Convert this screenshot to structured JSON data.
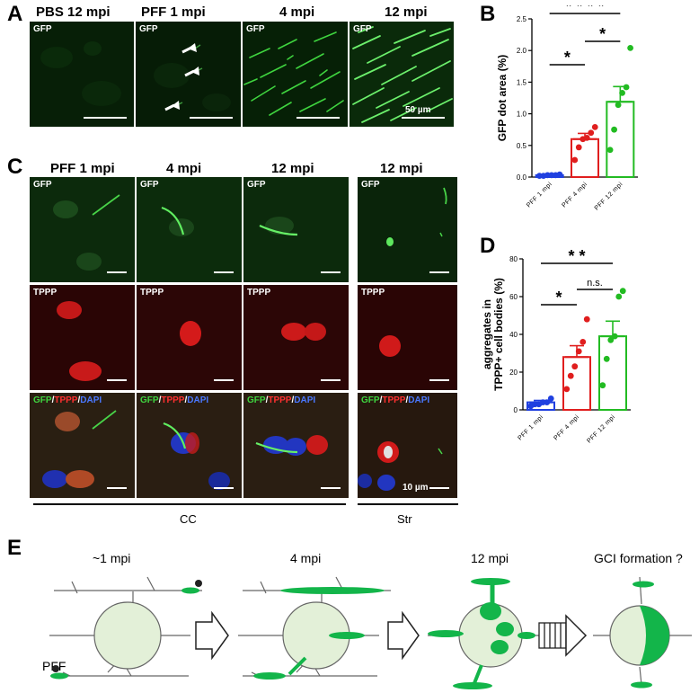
{
  "panels": {
    "A": "A",
    "B": "B",
    "C": "C",
    "D": "D",
    "E": "E"
  },
  "panelA": {
    "columns": [
      "PBS 12 mpi",
      "PFF 1 mpi",
      "4 mpi",
      "12 mpi"
    ],
    "channel": "GFP",
    "scalebar": "50 µm"
  },
  "panelC": {
    "columns": [
      "PFF 1 mpi",
      "4 mpi",
      "12 mpi",
      "12 mpi"
    ],
    "rows": {
      "gfp": "GFP",
      "tppp": "TPPP"
    },
    "merge": {
      "gfp": "GFP",
      "s1": "/",
      "tppp": "TPPP",
      "s2": "/",
      "dapi": "DAPI"
    },
    "scalebar": "10 µm",
    "regions": {
      "cc": "CC",
      "str": "Str"
    }
  },
  "panelE": {
    "stages": [
      "~1 mpi",
      "4 mpi",
      "12 mpi",
      "GCI formation ?"
    ],
    "pff_label": "PFF"
  },
  "colors": {
    "blue": "#2040e0",
    "red": "#e01e1e",
    "green": "#22bb22",
    "lightgreen": "#e3f0d8",
    "diagramgreen": "#13b54a"
  },
  "chart_data": [
    {
      "type": "bar",
      "panel": "B",
      "ylabel": "GFP dot area (%)",
      "categories": [
        "PFF 1 mpi",
        "PFF 4 mpi",
        "PFF 12 mpi"
      ],
      "values": [
        0.03,
        0.6,
        1.19
      ],
      "sem": [
        0.005,
        0.09,
        0.24
      ],
      "points": [
        [
          0.02,
          0.02,
          0.03,
          0.03,
          0.03,
          0.04
        ],
        [
          0.27,
          0.47,
          0.6,
          0.62,
          0.7,
          0.79
        ],
        [
          0.43,
          0.75,
          1.14,
          1.33,
          1.42,
          2.04
        ]
      ],
      "ylim": [
        0,
        2.5
      ],
      "yticks": [
        "0.0",
        "0.5",
        "1.0",
        "1.5",
        "2.0",
        "2.5"
      ],
      "bar_colors": [
        "#2040e0",
        "#e01e1e",
        "#22bb22"
      ],
      "significance": [
        {
          "from": 0,
          "to": 2,
          "label": "* * * *"
        },
        {
          "from": 1,
          "to": 2,
          "label": "*"
        },
        {
          "from": 0,
          "to": 1,
          "label": "*"
        }
      ]
    },
    {
      "type": "bar",
      "panel": "D",
      "ylabel": [
        "aggregates in",
        "TPPP+ cell bodies (%)"
      ],
      "categories": [
        "PFF 1 mpi",
        "PFF 4 mpi",
        "PFF 12 mpi"
      ],
      "values": [
        4.0,
        28.0,
        39.0
      ],
      "sem": [
        1.0,
        6.0,
        8.0
      ],
      "points": [
        [
          2,
          3,
          3,
          4,
          4,
          6
        ],
        [
          11,
          18,
          23,
          31,
          36,
          48
        ],
        [
          13,
          27,
          37,
          39,
          60,
          63
        ]
      ],
      "ylim": [
        0,
        80
      ],
      "yticks": [
        "0",
        "20",
        "40",
        "60",
        "80"
      ],
      "bar_colors": [
        "#2040e0",
        "#e01e1e",
        "#22bb22"
      ],
      "significance": [
        {
          "from": 0,
          "to": 2,
          "label": "* *"
        },
        {
          "from": 1,
          "to": 2,
          "label": "n.s."
        },
        {
          "from": 0,
          "to": 1,
          "label": "*"
        }
      ]
    }
  ]
}
